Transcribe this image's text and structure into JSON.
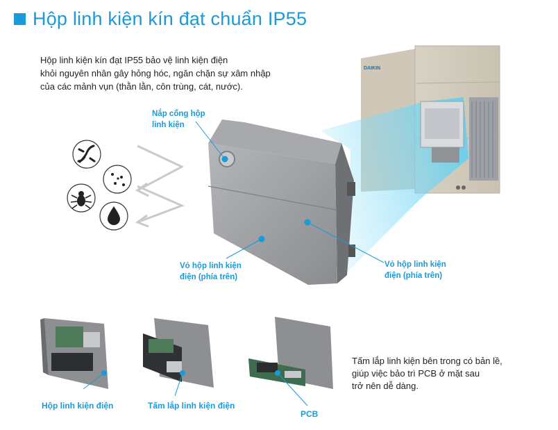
{
  "header": {
    "title": "Hộp linh kiện kín đạt chuẩn IP55"
  },
  "intro": [
    "Hộp linh kiện kín đạt IP55 bảo vệ linh kiện điện",
    "khỏi nguyên nhân gây hỏng hóc, ngăn chặn sự xâm nhập",
    "của các mảnh vụn (thằn lằn, côn trùng, cát, nước)."
  ],
  "callouts": {
    "cover": [
      "Nắp cổng hộp",
      "linh kiện"
    ],
    "upper_left": [
      "Vỏ hộp linh kiện",
      "điện (phía trên)"
    ],
    "upper_right": [
      "Vỏ hộp linh kiện",
      "điện (phía trên)"
    ]
  },
  "captions": {
    "box": "Hộp linh kiện điện",
    "plate": "Tấm lắp linh kiện điện",
    "pcb": "PCB"
  },
  "note": [
    "Tấm lắp linh kiện bên trong có bản lề,",
    "giúp việc bảo trì PCB ở mặt sau",
    "trở nên dễ dàng."
  ],
  "threat_icons": [
    "lizard-icon",
    "sand-icon",
    "insect-icon",
    "water-drop-icon"
  ],
  "colors": {
    "accent": "#1a9ad6",
    "beam": "#5fd0f2",
    "box": "#9a9ca0"
  }
}
